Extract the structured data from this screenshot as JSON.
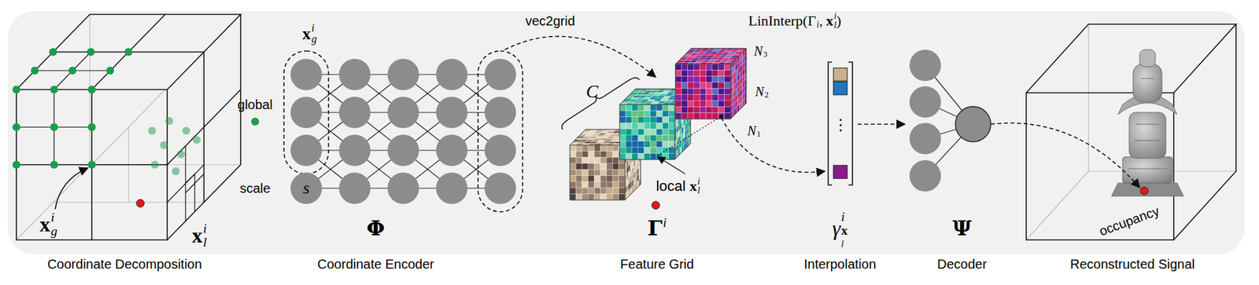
{
  "diagram": {
    "nodes": [
      {
        "text": [
          "s"
        ]
      },
      {
        "text": [
          "⋮"
        ]
      }
    ],
    "labels": [
      "Coordinate Decomposition",
      "Coordinate Encoder",
      "Feature Grid",
      "Interpolation",
      "Decoder",
      "Reconstructed Signal",
      "x",
      "i",
      "g",
      "x",
      "i",
      "l",
      "global",
      "scale",
      "x",
      "i",
      "g",
      "Φ",
      "vec2grid",
      "C",
      "N",
      "3",
      "N",
      "2",
      "N",
      "1",
      "local",
      "x",
      "i",
      "l",
      "Γ",
      "i",
      "LinInterp(Γ",
      "i",
      ",",
      "x",
      "i",
      "l",
      ")",
      "γ",
      "i",
      "x",
      "l",
      "Ψ",
      "occupancy"
    ]
  }
}
